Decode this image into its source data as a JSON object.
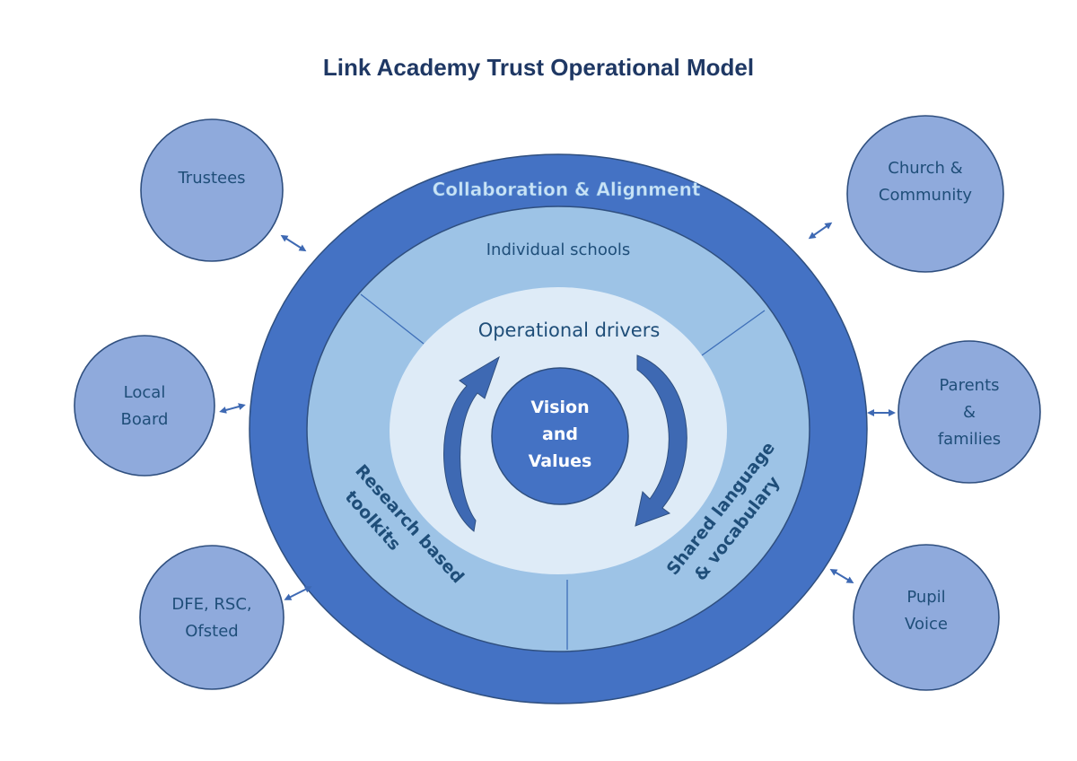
{
  "title": "Link Academy Trust Operational Model",
  "colors": {
    "title": "#1f3864",
    "outer_ring": "#4472c4",
    "middle_ring": "#9dc3e6",
    "inner_ring": "#deebf7",
    "core": "#4472c4",
    "stakeholder_fill": "#8faadc",
    "stroke": "#2f4f7f",
    "text_dark": "#1f4e79",
    "text_light": "#ffffff",
    "ring_label": "#c9e3f6",
    "arrow": "#3e69b3"
  },
  "rings": {
    "outer": {
      "label": "Collaboration & Alignment"
    },
    "middle": {
      "segments": [
        {
          "label": "Individual schools"
        },
        {
          "label": "Research based toolkits",
          "lines": [
            "Research based",
            "toolkits"
          ]
        },
        {
          "label": "Shared language & vocabulary",
          "lines": [
            "Shared language",
            "& vocabulary"
          ]
        }
      ]
    },
    "inner": {
      "label": "Operational drivers"
    },
    "core": {
      "lines": [
        "Vision",
        "and",
        "Values"
      ]
    }
  },
  "stakeholders": [
    {
      "id": "trustees",
      "lines": [
        "Trustees"
      ]
    },
    {
      "id": "local-board",
      "lines": [
        "Local",
        "Board"
      ]
    },
    {
      "id": "dfe-rsc-ofsted",
      "lines": [
        "DFE, RSC,",
        "Ofsted"
      ]
    },
    {
      "id": "church-community",
      "lines": [
        "Church &",
        "Community"
      ]
    },
    {
      "id": "parents-families",
      "lines": [
        "Parents",
        "&",
        "families"
      ]
    },
    {
      "id": "pupil-voice",
      "lines": [
        "Pupil",
        "Voice"
      ]
    }
  ],
  "connectors": {
    "icon": "double-headed-arrow-icon"
  }
}
